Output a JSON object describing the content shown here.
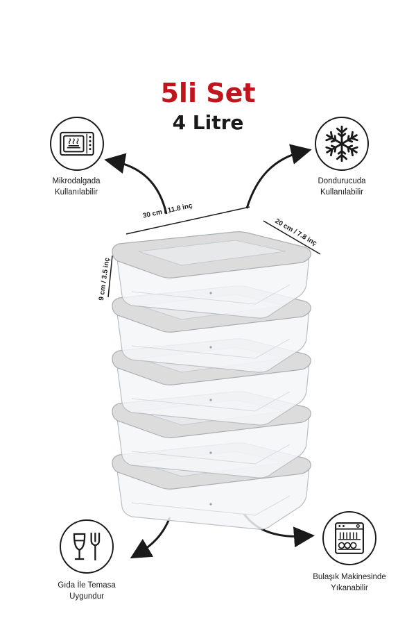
{
  "set_title": "5li Set",
  "volume": "4 Litre",
  "features": {
    "microwave": {
      "label_1": "Mikrodalgada",
      "label_2": "Kullanılabilir",
      "icon": "microwave-icon"
    },
    "freezer": {
      "label_1": "Dondurucuda",
      "label_2": "Kullanılabilir",
      "icon": "snowflake-icon"
    },
    "food_contact": {
      "label_1": "Gıda İle Temasa",
      "label_2": "Uygundur",
      "icon": "glass-fork-icon"
    },
    "dishwasher": {
      "label_1": "Bulaşık Makinesinde",
      "label_2": "Yıkanabilir",
      "icon": "dishwasher-icon"
    }
  },
  "dimensions": {
    "length": "30 cm / 11.8 inç",
    "width": "20 cm / 7.8 inç",
    "height": "9 cm / 3.5 inç"
  },
  "product": {
    "container_count": 5,
    "lid_color": "#dcdcdc"
  }
}
